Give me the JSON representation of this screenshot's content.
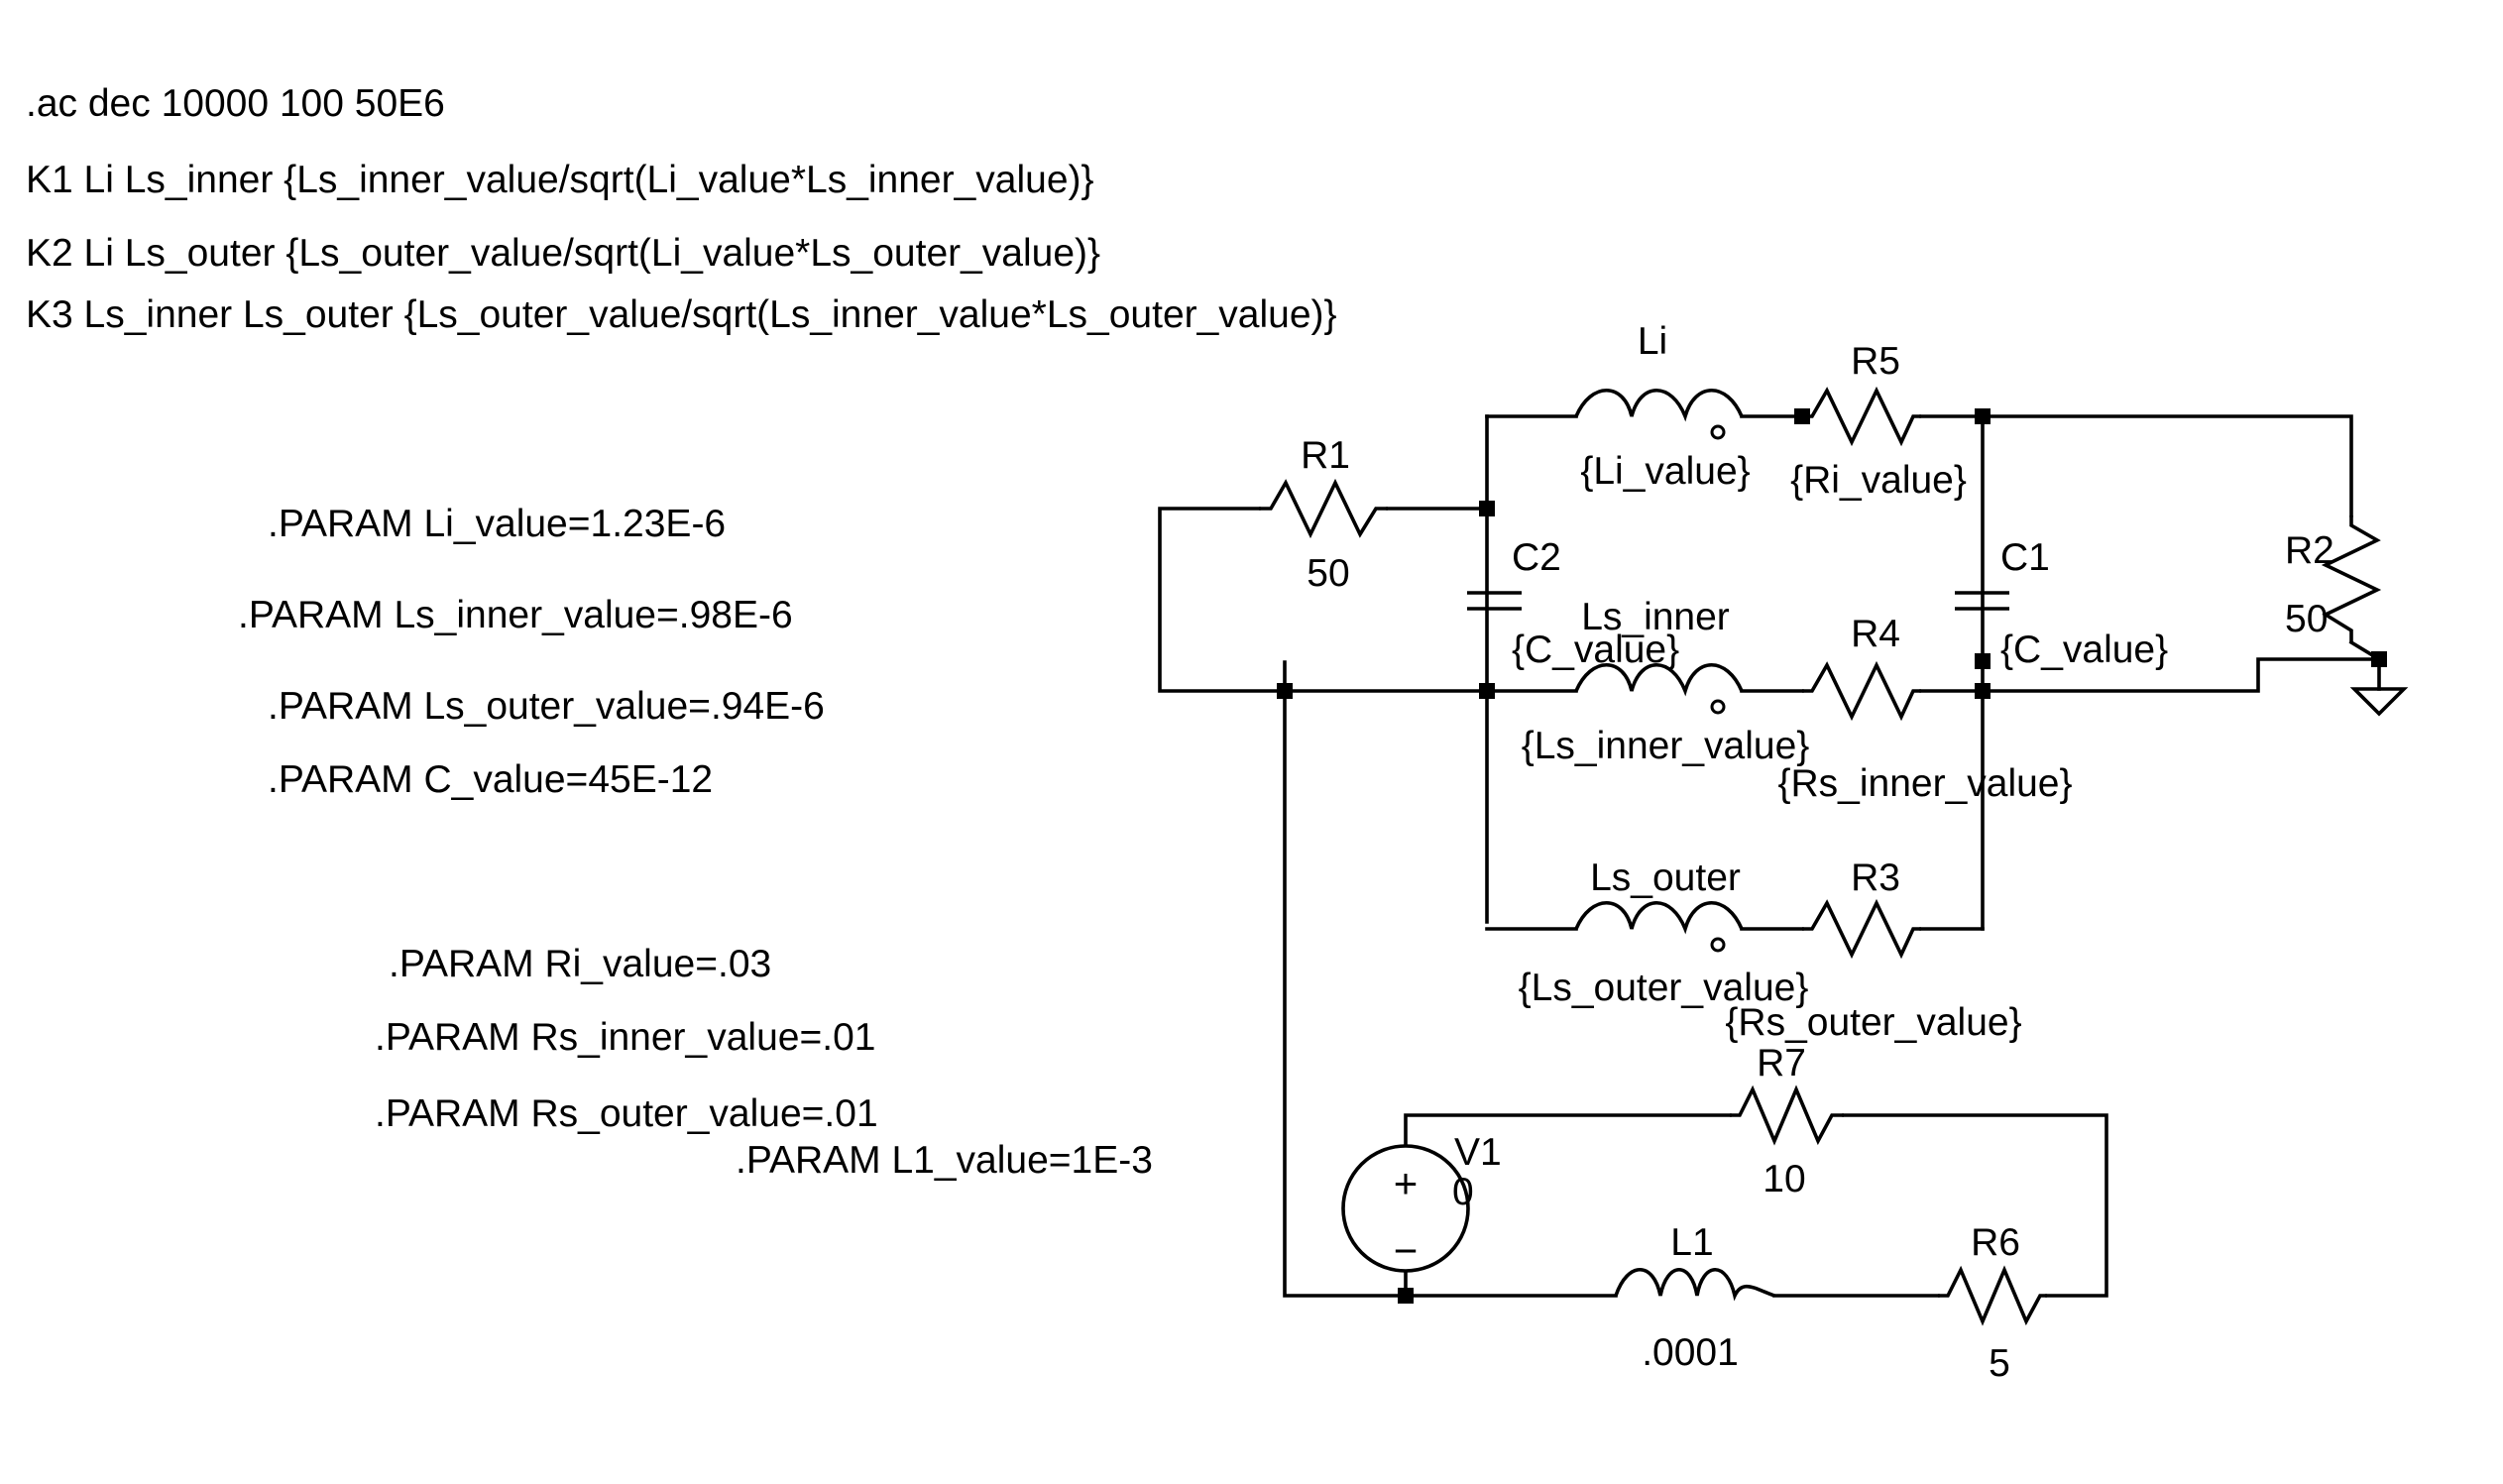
{
  "directives": [
    ".ac dec 10000 100 50E6",
    "K1 Li Ls_inner {Ls_inner_value/sqrt(Li_value*Ls_inner_value)}",
    "K2 Li Ls_outer {Ls_outer_value/sqrt(Li_value*Ls_outer_value)}",
    "K3 Ls_inner Ls_outer {Ls_outer_value/sqrt(Ls_inner_value*Ls_outer_value)}"
  ],
  "params": [
    ".PARAM Li_value=1.23E-6",
    ".PARAM Ls_inner_value=.98E-6",
    ".PARAM Ls_outer_value=.94E-6",
    ".PARAM C_value=45E-12",
    ".PARAM Ri_value=.03",
    ".PARAM Rs_inner_value=.01",
    ".PARAM Rs_outer_value=.01",
    ".PARAM L1_value=1E-3"
  ],
  "components": {
    "Li": {
      "name": "Li",
      "value": "{Li_value}"
    },
    "R5": {
      "name": "R5",
      "value": "{Ri_value}"
    },
    "R1": {
      "name": "R1",
      "value": "50"
    },
    "C2": {
      "name": "C2",
      "value": "{C_value}"
    },
    "C1": {
      "name": "C1",
      "value": "{C_value}"
    },
    "R2": {
      "name": "R2",
      "value": "50"
    },
    "Ls_inner": {
      "name": "Ls_inner",
      "value": "{Ls_inner_value}"
    },
    "R4": {
      "name": "R4",
      "value": "{Rs_inner_value}"
    },
    "Ls_outer": {
      "name": "Ls_outer",
      "value": "{Ls_outer_value}"
    },
    "R3": {
      "name": "R3",
      "value": "{Rs_outer_value}"
    },
    "R7": {
      "name": "R7",
      "value": "10"
    },
    "V1": {
      "name": "V1",
      "value": "0"
    },
    "L1": {
      "name": "L1",
      "value": ".0001"
    },
    "R6": {
      "name": "R6",
      "value": "5"
    }
  },
  "symbols": {
    "plus": "+",
    "minus": "−"
  }
}
